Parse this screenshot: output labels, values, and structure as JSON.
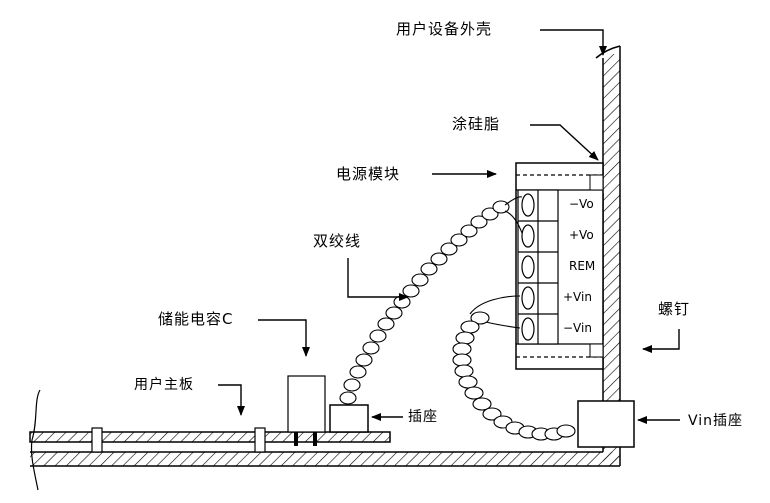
{
  "labels": {
    "housing": "用户设备外壳",
    "grease": "涂硅脂",
    "module": "电源模块",
    "twisted_pair": "双绞线",
    "capacitor": "储能电容C",
    "mainboard": "用户主板",
    "socket": "插座",
    "screw": "螺钉",
    "vin_socket": "Vin插座"
  },
  "pins": [
    "−Vo",
    "+Vo",
    "REM",
    "+Vin",
    "−Vin"
  ]
}
